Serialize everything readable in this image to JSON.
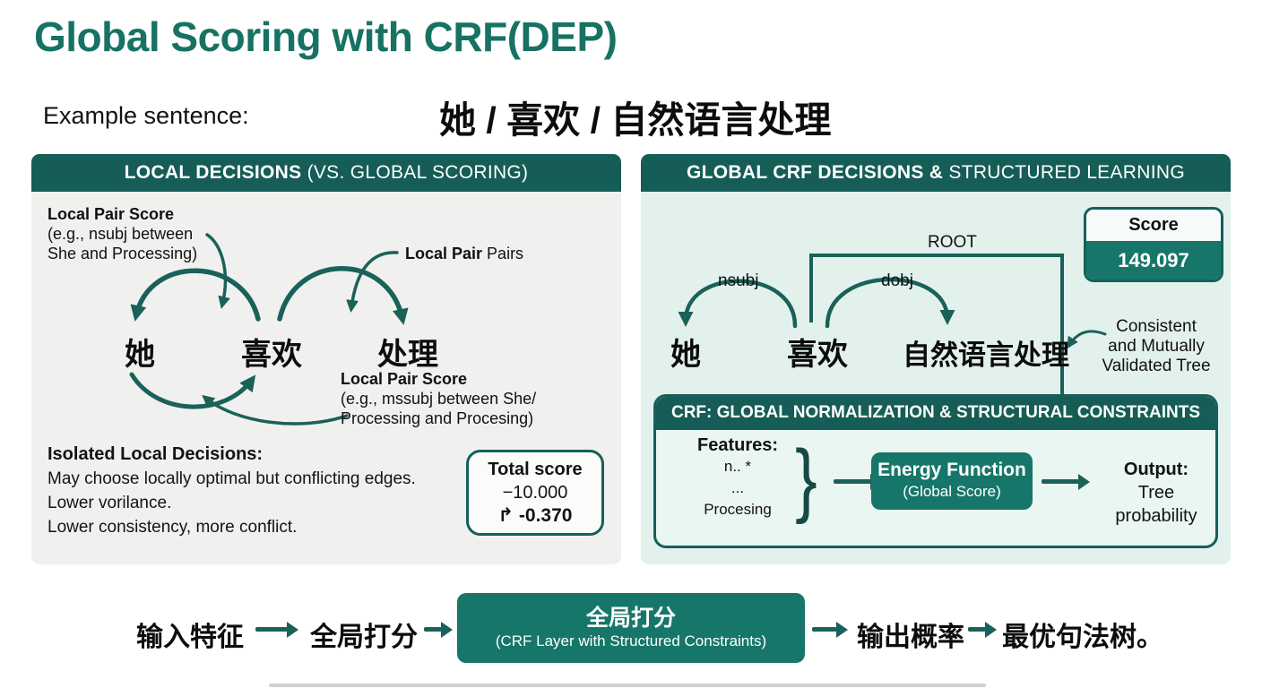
{
  "title": "Global Scoring with CRF(DEP)",
  "example": {
    "label": "Example sentence:",
    "sentence": "她 / 喜欢 / 自然语言处理"
  },
  "left_panel": {
    "header": {
      "bold": "LOCAL DECISIONS",
      "rest": " (VS. GLOBAL SCORING)"
    },
    "annotation_top": {
      "title": "Local Pair Score",
      "lines": [
        "(e.g., nsubj between",
        "She and Processing)"
      ]
    },
    "pairs_label": {
      "bold": "Local Pair",
      "rest": " Pairs"
    },
    "words": [
      "她",
      "喜欢",
      "处理"
    ],
    "annotation_bottom": {
      "title": "Local Pair Score",
      "lines": [
        "(e.g., mssubj between She/",
        "Processing and Procesing)"
      ]
    },
    "isolated": {
      "title": "Isolated Local Decisions:",
      "lines": [
        "May choose locally optimal but conflicting edges.",
        "Lower vorilance.",
        "Lower consistency, more conflict."
      ]
    },
    "total_score": {
      "label": "Total score",
      "line1": "−10.000",
      "line2": "↱ -0.370"
    }
  },
  "right_panel": {
    "header": {
      "bold": "GLOBAL CRF DECISIONS &",
      "rest": " STRUCTURED LEARNING"
    },
    "score_box": {
      "label": "Score",
      "value": "149.097"
    },
    "arc_labels": {
      "root": "ROOT",
      "nsubj": "nsubj",
      "dobj": "dobj"
    },
    "words": [
      "她",
      "喜欢",
      "自然语言处理"
    ],
    "side_note_lines": [
      "Consistent",
      "and Mutually",
      "Validated Tree"
    ],
    "crf": {
      "header": "CRF: GLOBAL NORMALIZATION & STRUCTURAL CONSTRAINTS",
      "features_title": "Features:",
      "features_lines": [
        "n.. *",
        "...",
        "Procesing"
      ],
      "brace": "}",
      "energy": {
        "title": "Energy Function",
        "sub": "(Global Score)"
      },
      "output": {
        "title": "Output:",
        "sub": "Tree probability"
      }
    }
  },
  "bottom_flow": {
    "steps": [
      "输入特征",
      "全局打分",
      "输出概率",
      "最优句法树。"
    ],
    "box": {
      "title": "全局打分",
      "sub": "(CRF Layer with Structured Constraints)"
    }
  },
  "colors": {
    "teal_dark": "#155d56",
    "teal": "#17766a",
    "stroke": "#1a6159",
    "title": "#177264"
  }
}
